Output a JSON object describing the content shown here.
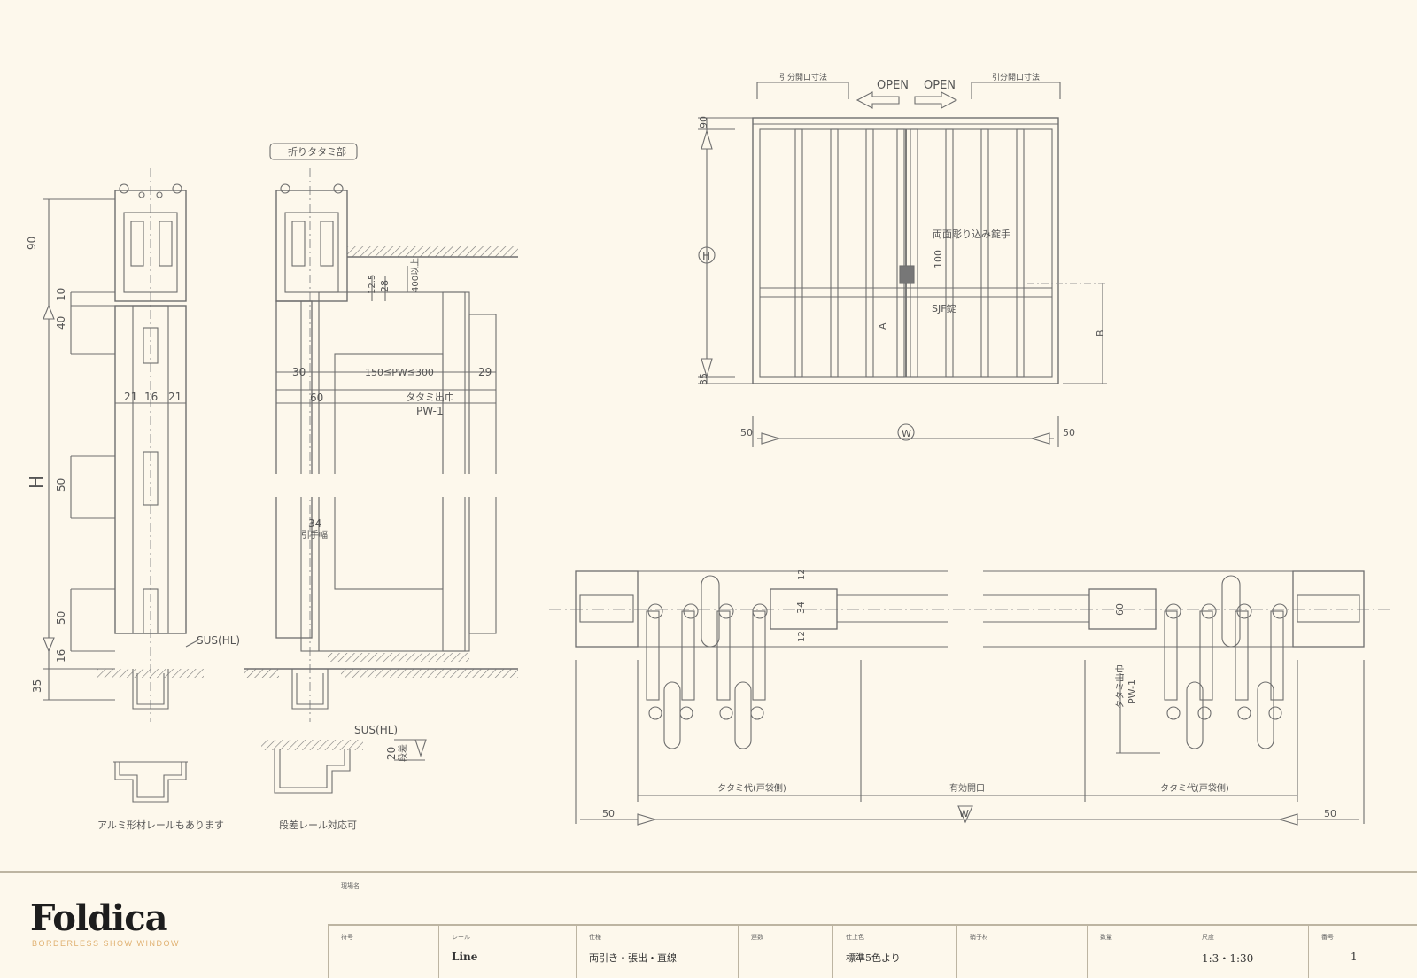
{
  "brand": {
    "name": "Foldica",
    "tagline": "BORDERLESS SHOW WINDOW"
  },
  "title_block": {
    "project_label": "現場名",
    "fields": [
      {
        "label": "符号",
        "value": ""
      },
      {
        "label": "レール",
        "value": "Line"
      },
      {
        "label": "仕様",
        "value": "両引き・張出・直線"
      },
      {
        "label": "連数",
        "value": ""
      },
      {
        "label": "仕上色",
        "value": "標準5色より"
      },
      {
        "label": "硝子材",
        "value": ""
      },
      {
        "label": "数量",
        "value": ""
      },
      {
        "label": "尺度",
        "value": "1:3・1:30"
      },
      {
        "label": "番号",
        "value": "1"
      }
    ]
  },
  "section_left": {
    "dims": [
      "90",
      "10",
      "40",
      "21",
      "16",
      "21",
      "50",
      "50",
      "16",
      "35"
    ],
    "height_label": "H",
    "sus_label": "SUS(HL)",
    "rail_caption": "アルミ形材レールもあります"
  },
  "section_mid": {
    "tag": "折りタタミ部",
    "dims": [
      "12.5",
      "28",
      "30",
      "150≦PW≦300",
      "29",
      "60",
      "34",
      "20"
    ],
    "labels": [
      "タタミ出巾",
      "PW-1",
      "引手幅",
      "SUS(HL)",
      "段差"
    ],
    "fold_top": "400以上",
    "rail_caption": "段差レール対応可"
  },
  "elevation": {
    "open_left": "OPEN",
    "open_right": "OPEN",
    "note_left": "引分開口寸法",
    "note_right": "引分開口寸法",
    "dims": [
      "90",
      "35",
      "100",
      "50",
      "50"
    ],
    "handle_label": "両面彫り込み錠手",
    "lock_label": "SJF錠",
    "circle_h": "H",
    "circle_w": "W",
    "label_a": "A",
    "label_b": "B"
  },
  "plan": {
    "dims": [
      "50",
      "50",
      "34",
      "12",
      "12",
      "60"
    ],
    "labels": [
      "タタミ出巾",
      "PW-1"
    ],
    "span_left": "タタミ代(戸袋側)",
    "span_mid": "有効開口",
    "span_right": "タタミ代(戸袋側)",
    "circle_w": "W"
  },
  "colors": {
    "background": "#fdf8ec",
    "line": "#6e6e6e",
    "accent": "#e0b070"
  }
}
